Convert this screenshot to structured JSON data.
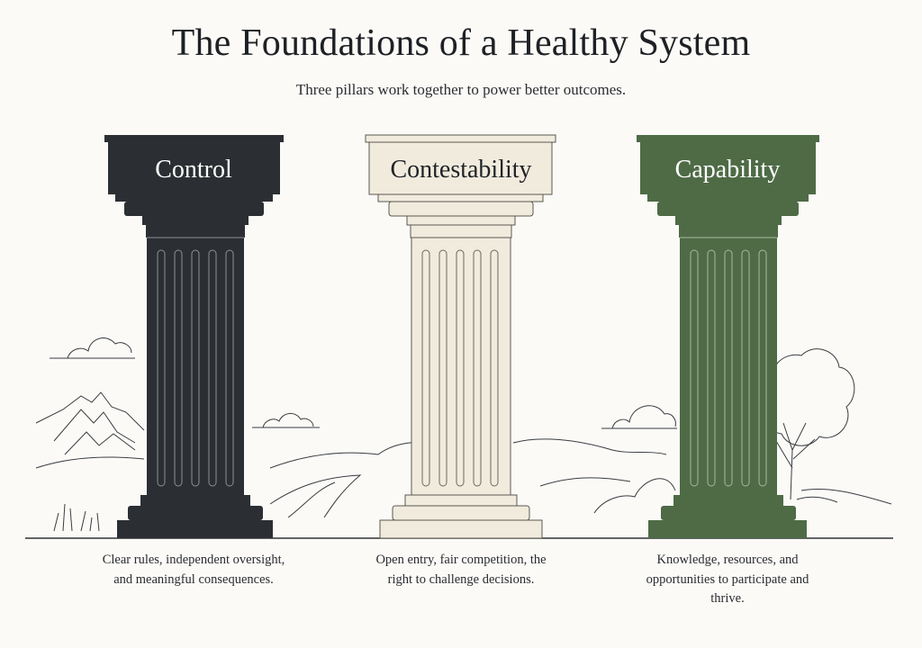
{
  "header": {
    "title": "The Foundations of a Healthy System",
    "subtitle": "Three pillars work together to power better outcomes."
  },
  "pillars": [
    {
      "label": "Control",
      "description": "Clear rules, independent oversight, and meaningful consequences.",
      "color": "#2b2f33",
      "text_color": "#ffffff"
    },
    {
      "label": "Contestability",
      "description": "Open entry, fair competition, the right to challenge decisions.",
      "color": "#f1ebde",
      "text_color": "#1f2226"
    },
    {
      "label": "Capability",
      "description": "Knowledge, resources, and opportunities to participate and thrive.",
      "color": "#4e6b46",
      "text_color": "#ffffff"
    }
  ]
}
